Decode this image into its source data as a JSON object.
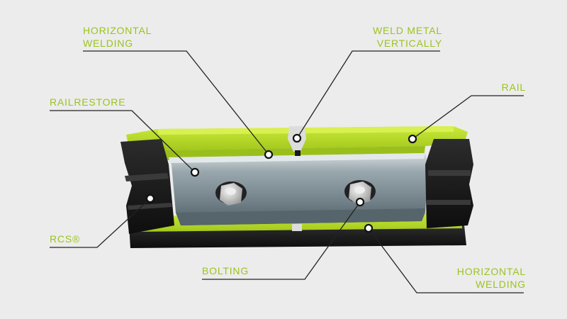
{
  "colors": {
    "background": "#ececec",
    "label_text": "#9bc31d",
    "rail_green": "#b6dc2a",
    "rcs_black": "#1a1a1a",
    "steel": "#9aa7ad"
  },
  "labels": {
    "horizontal_welding_top": [
      "HORIZONTAL",
      "WELDING"
    ],
    "weld_metal_vertically": [
      "WELD METAL",
      "VERTICALLY"
    ],
    "rail": "RAIL",
    "railrestore": "RAILRESTORE",
    "rcs": "RCS®",
    "bolting": "BOLTING",
    "horizontal_welding_bottom": [
      "HORIZONTAL",
      "WELDING"
    ]
  }
}
